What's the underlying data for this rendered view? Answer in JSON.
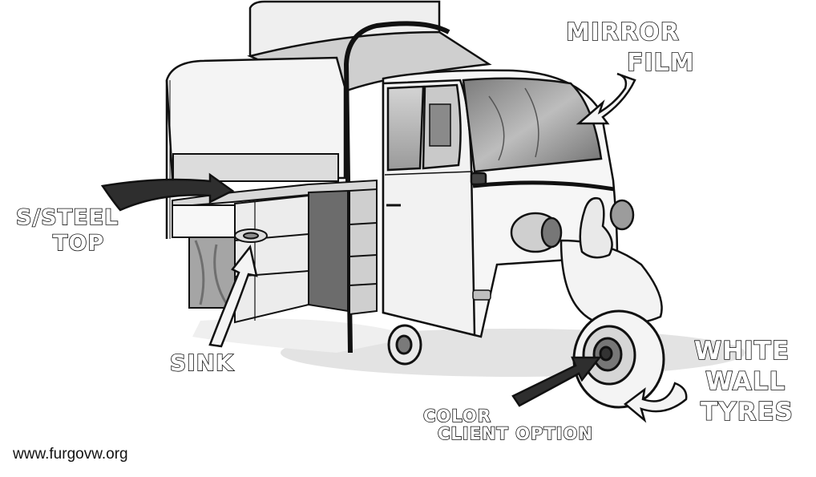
{
  "labels": {
    "mirror": [
      "MIRROR",
      "FILM"
    ],
    "steel": [
      "S/STEEL",
      "TOP"
    ],
    "sink": "SINK",
    "color": [
      "COLOR",
      "CLIENT OPTION"
    ],
    "tyres": [
      "WHITE",
      "WALL",
      "TYRES"
    ]
  },
  "watermark": "www.furgovw.org",
  "colors": {
    "ink": "#111111",
    "shade": "#9a9a9a",
    "light": "#e6e6e6",
    "paper": "#ffffff"
  }
}
